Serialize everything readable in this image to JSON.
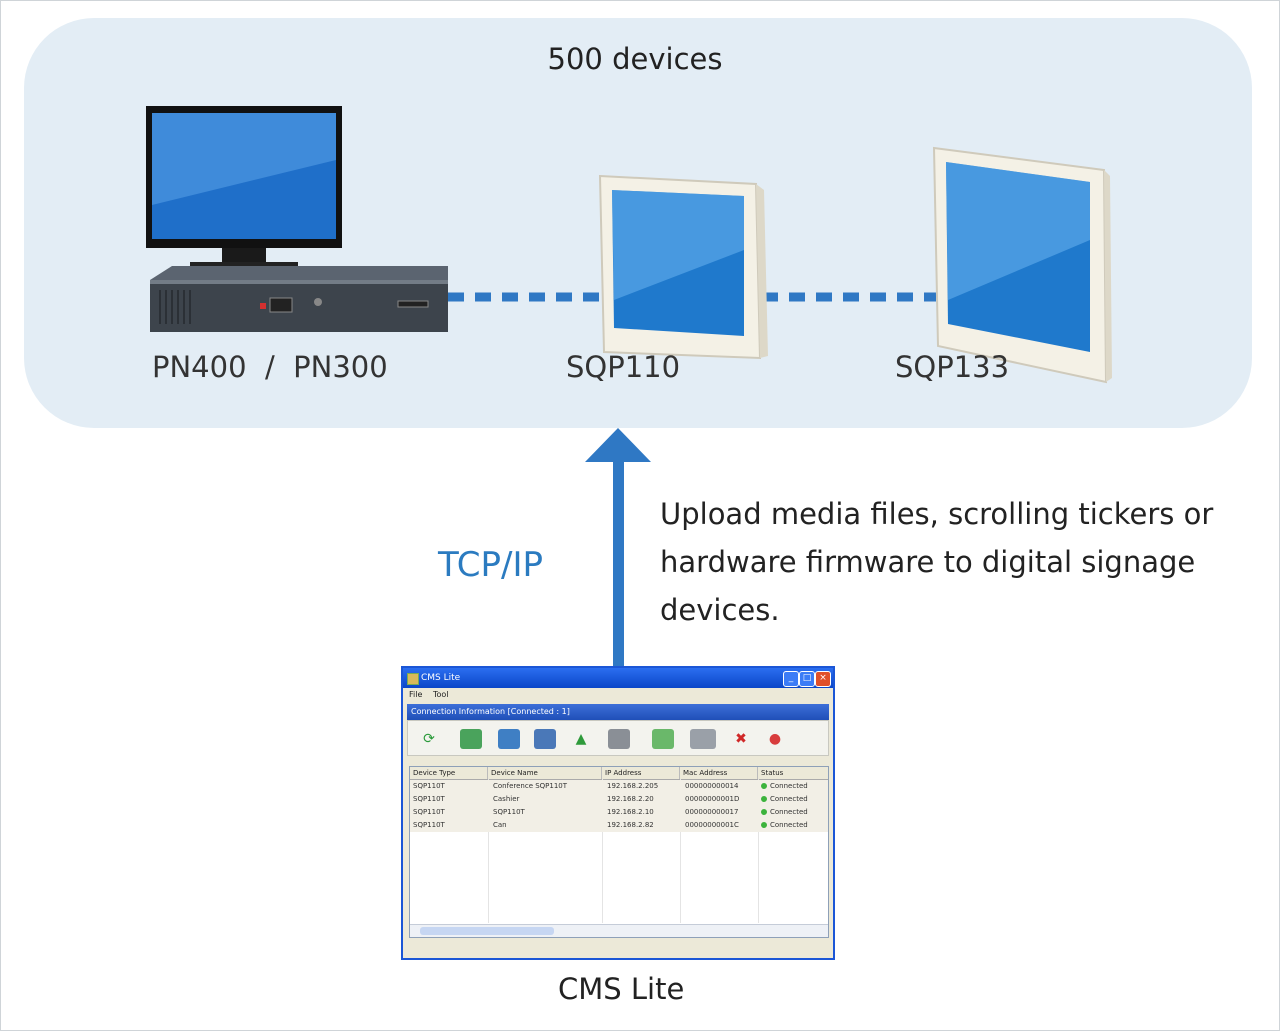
{
  "title": "500 devices",
  "devices": [
    {
      "label": "PN400  /  PN300"
    },
    {
      "label": "SQP110"
    },
    {
      "label": "SQP133"
    }
  ],
  "protocol_label": "TCP/IP",
  "description": "Upload media files, scrolling tickers or hardware firmware to digital signage devices.",
  "software_label": "CMS Lite",
  "colors": {
    "accent": "#2b7bc0",
    "cloud": "#e3edf5",
    "link": "#2f78c4"
  },
  "cms_window": {
    "title": "CMS Lite",
    "menu": [
      "File",
      "Tool"
    ],
    "connection_bar": "Connection Information [Connected : 1]",
    "toolbar_icons": [
      "refresh-icon",
      "device-icon",
      "playlist-icon",
      "schedule-icon",
      "upload-icon",
      "settings-icon",
      "time-icon",
      "display-icon",
      "delete-icon",
      "disconnect-icon"
    ],
    "columns": [
      "Device Type",
      "Device Name",
      "IP Address",
      "Mac Address",
      "Status"
    ],
    "rows": [
      [
        "SQP110T",
        "Conference SQP110T",
        "192.168.2.205",
        "000000000014",
        "Connected"
      ],
      [
        "SQP110T",
        "Cashier",
        "192.168.2.20",
        "00000000001D",
        "Connected"
      ],
      [
        "SQP110T",
        "SQP110T",
        "192.168.2.10",
        "000000000017",
        "Connected"
      ],
      [
        "SQP110T",
        "Can",
        "192.168.2.82",
        "00000000001C",
        "Connected"
      ]
    ]
  }
}
